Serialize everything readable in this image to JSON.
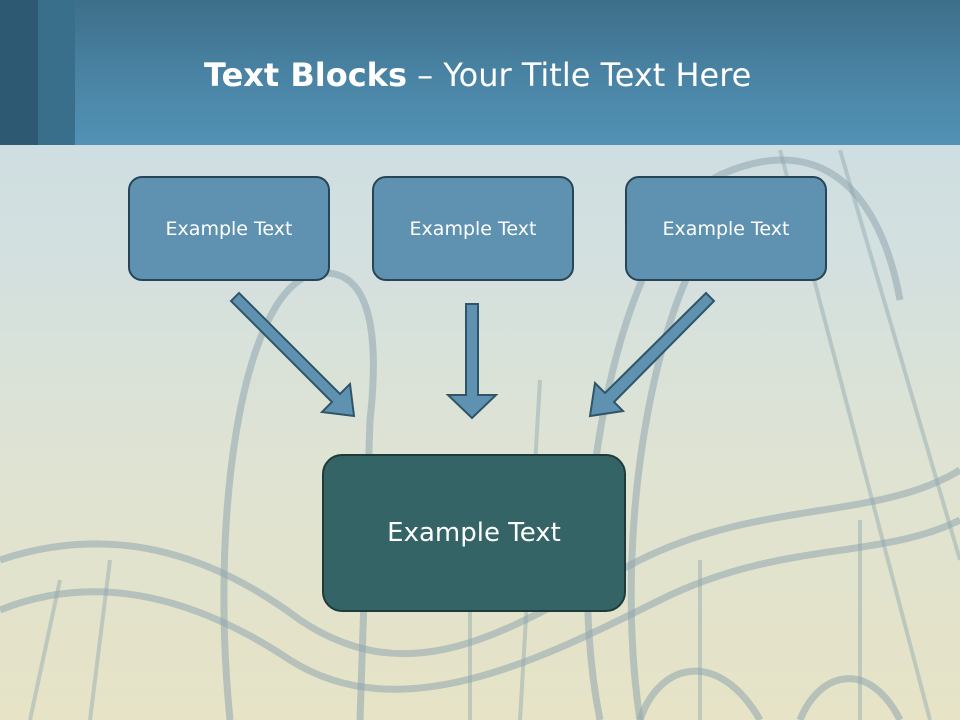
{
  "slide": {
    "title_bold": "Text Blocks",
    "title_dash": " – ",
    "title_rest": "Your Title Text Here"
  },
  "diagram": {
    "top_boxes": [
      "Example Text",
      "Example Text",
      "Example Text"
    ],
    "bottom_box": "Example Text"
  },
  "colors": {
    "header": "#4a84a5",
    "top_box_fill": "#5f92b0",
    "bottom_box_fill": "#356466",
    "arrow_fill": "#5f92b0"
  }
}
